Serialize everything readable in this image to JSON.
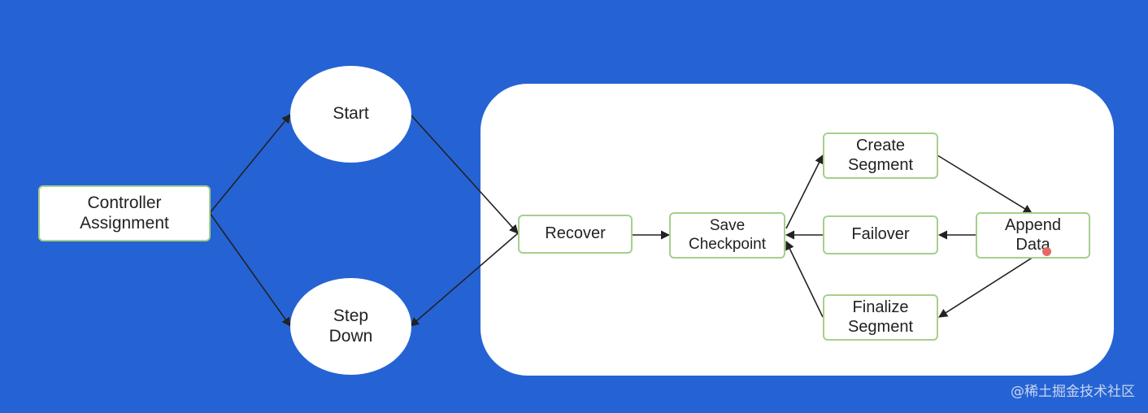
{
  "nodes": {
    "controller_assignment": "Controller\nAssignment",
    "start": "Start",
    "step_down": "Step\nDown",
    "recover": "Recover",
    "save_checkpoint": "Save\nCheckpoint",
    "create_segment": "Create\nSegment",
    "failover": "Failover",
    "append_data": "Append\nData",
    "finalize_segment": "Finalize\nSegment"
  },
  "watermark": "@稀土掘金技术社区",
  "colors": {
    "background": "#2563d4",
    "panel": "#ffffff",
    "box_border": "#a6cf8c",
    "arrow": "#222222"
  }
}
